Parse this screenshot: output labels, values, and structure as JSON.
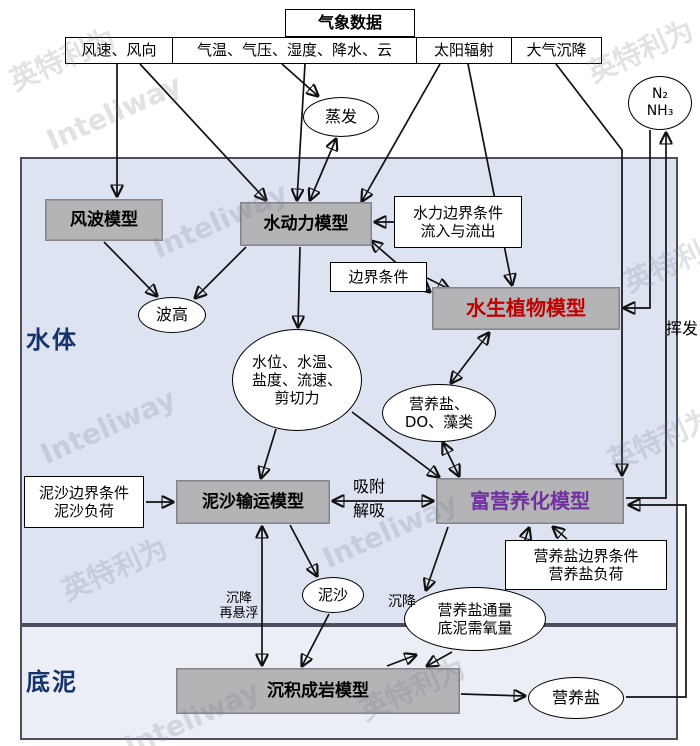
{
  "watermark": {
    "latin": "Inteliway",
    "cjk": "英特利为"
  },
  "colors": {
    "water_region_bg": "#DEE3F2",
    "bed_region_bg": "#ECEEF6",
    "model_box_gray": "#B4B4B6",
    "aquatic_model_text": "#C00000",
    "eutrophication_model_text": "#7030A0",
    "region_label_blue": "#17336B"
  },
  "top": {
    "header": "气象数据",
    "inputs": [
      "风速、风向",
      "气温、气压、湿度、降水、云",
      "太阳辐射",
      "大气沉降"
    ]
  },
  "gas": {
    "line1": "N₂",
    "line2": "NH₃"
  },
  "regions": {
    "water": "水体",
    "bed": "底泥"
  },
  "models": {
    "wind_wave": "风波模型",
    "hydrodynamic": "水动力模型",
    "aquatic_plant": "水生植物模型",
    "sediment_transport": "泥沙输运模型",
    "eutrophication": "富营养化模型",
    "diagenesis": "沉积成岩模型"
  },
  "boundary_boxes": {
    "hydraulic": {
      "line1": "水力边界条件",
      "line2": "流入与流出"
    },
    "boundary": "边界条件",
    "sediment": {
      "line1": "泥沙边界条件",
      "line2": "泥沙负荷"
    },
    "nutrient": {
      "line1": "营养盐边界条件",
      "line2": "营养盐负荷"
    }
  },
  "ellipses": {
    "evaporation": "蒸发",
    "wave_height": "波高",
    "state": "水位、水温、盐度、流速、剪切力",
    "nutrients_do": {
      "line1": "营养盐、",
      "line2": "DO、藻类"
    },
    "sediment": "泥沙",
    "flux": {
      "line1": "营养盐通量",
      "line2": "底泥需氧量"
    },
    "nutrient_salt": "营养盐"
  },
  "flow_labels": {
    "adsorption": {
      "line1": "吸附",
      "line2": "解吸"
    },
    "volatilization": "挥发",
    "settle_resuspend": {
      "line1": "沉降",
      "line2": "再悬浮"
    },
    "settling": "沉降"
  }
}
